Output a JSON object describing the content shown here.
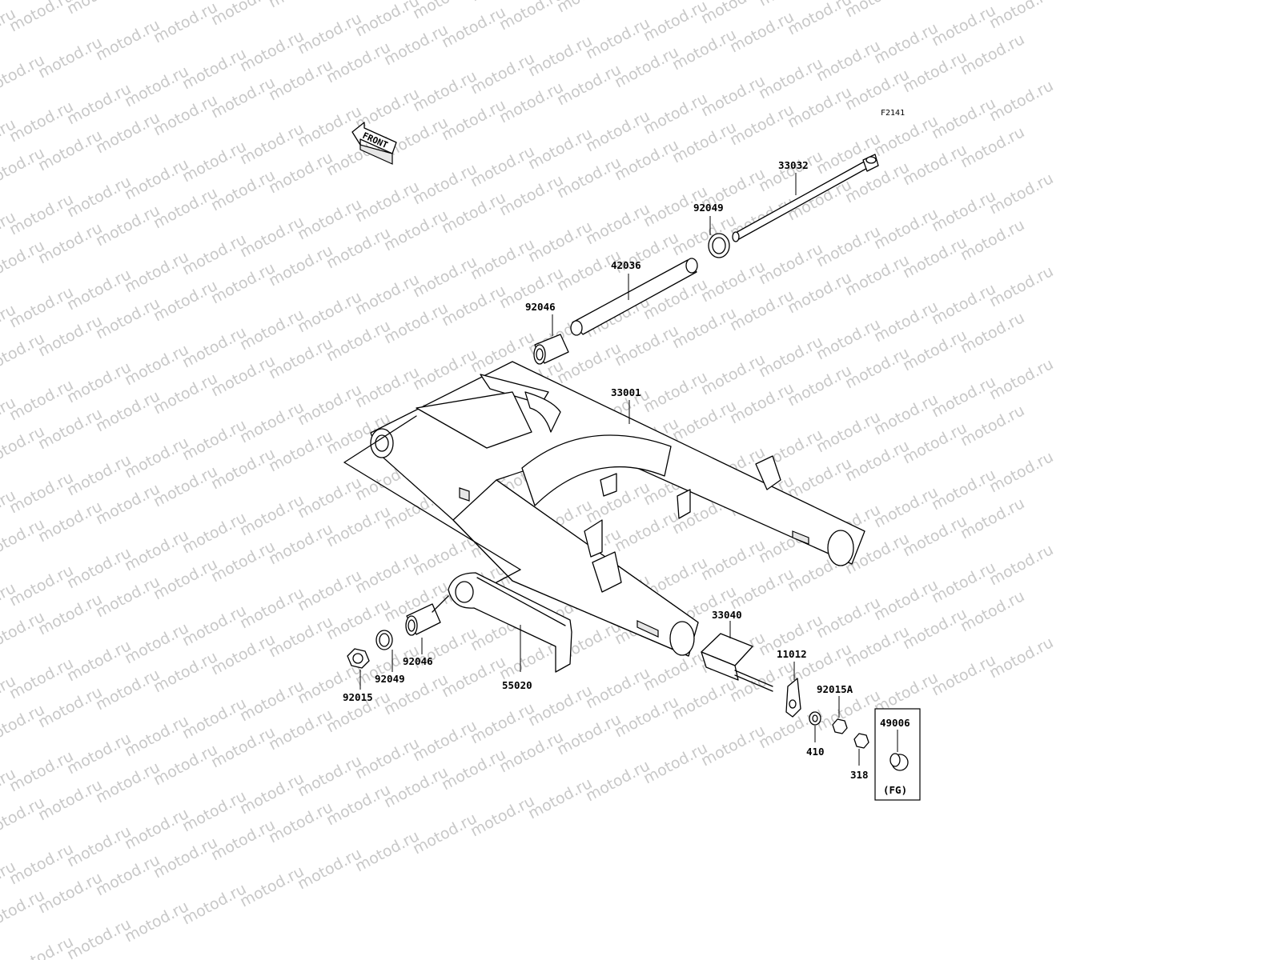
{
  "watermark": "motod.ru",
  "diagram_code": "F2141",
  "front_label": "FRONT",
  "parts": {
    "p33032": "33032",
    "p92049_top": "92049",
    "p42036": "42036",
    "p92046_top": "92046",
    "p33001": "33001",
    "p33040": "33040",
    "p11012": "11012",
    "p92015A": "92015A",
    "p410": "410",
    "p318": "318",
    "p49006": "49006",
    "p92046_bottom": "92046",
    "p92049_bottom": "92049",
    "p92015": "92015",
    "p55020": "55020"
  },
  "fg_note": "(FG)"
}
